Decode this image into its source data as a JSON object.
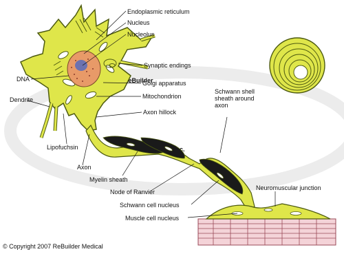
{
  "labels": {
    "endoplasmic_reticulum": "Endoplasmic reticulum",
    "nucleus": "Nucleus",
    "nucleolus": "Nucleolus",
    "synaptic_endings": "Synaptic endings",
    "dna": "DNA",
    "golgi_apparatus": "Golgi apparatus",
    "mitochondrion": "Mitochondrion",
    "dendrite": "Dendrite",
    "axon_hillock": "Axon hillock",
    "lipofuchsin": "Lipofuchsin",
    "axon": "Axon",
    "myelin_sheath": "Myelin sheath",
    "node_of_ranvier": "Node of Ranvier",
    "schwann_cell_nucleus": "Schwann cell nucleus",
    "muscle_cell_nucleus": "Muscle cell nucleus",
    "neuromuscular_junction": "Neuromuscular junction",
    "schwann_sheath_line1": "Schwann shell",
    "schwann_sheath_line2": "sheath around",
    "schwann_sheath_line3": "axon"
  },
  "watermark": {
    "text_a": "ReBuilder",
    "text_b": "Medical, Inc."
  },
  "copyright": "© Copyright 2007 ReBuilder Medical",
  "colors": {
    "cell_fill": "#dfe64a",
    "cell_stroke": "#4d5a10",
    "nucleus_fill": "#e89a68",
    "nucleolus_fill": "#6c72b0",
    "myelin_dark": "#1a1a1a",
    "muscle_fill": "#f4d3d8",
    "muscle_stroke": "#9a4a58"
  }
}
